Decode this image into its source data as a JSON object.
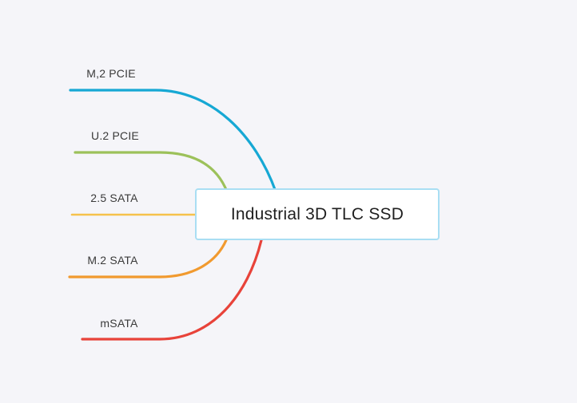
{
  "central": {
    "title": "Industrial 3D TLC SSD"
  },
  "branches": [
    {
      "label": "M,2 PCIE",
      "color": "#16a8d4"
    },
    {
      "label": "U.2 PCIE",
      "color": "#9cc15a"
    },
    {
      "label": "2.5 SATA",
      "color": "#f6c24c"
    },
    {
      "label": "M.2 SATA",
      "color": "#f19a2f"
    },
    {
      "label": "mSATA",
      "color": "#e8433a"
    }
  ]
}
